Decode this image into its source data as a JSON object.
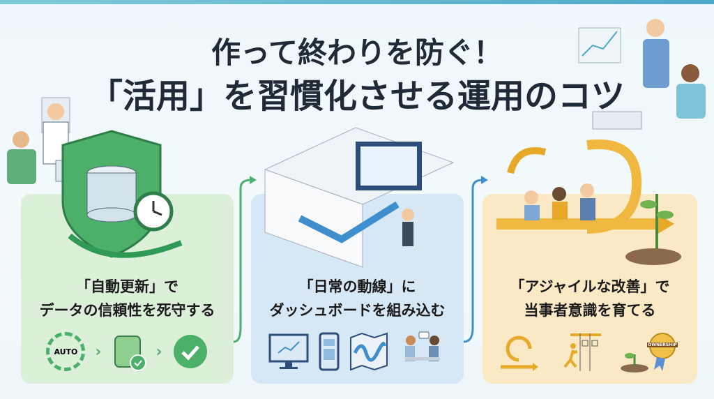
{
  "title": {
    "line1": "作って終わりを防ぐ！",
    "line2": "「活用」を習慣化させる運用のコツ"
  },
  "panels": [
    {
      "line1": "「自動更新」で",
      "line2": "データの信頼性を死守する",
      "icons": [
        "auto-refresh-icon",
        "database-check-icon",
        "check-circle-icon"
      ],
      "auto_label": "AUTO",
      "color": "#4caf6a"
    },
    {
      "line1": "「日常の動線」に",
      "line2": "ダッシュボードを組み込む",
      "icons": [
        "monitor-icon",
        "smartphone-icon",
        "map-route-icon",
        "meeting-icon"
      ],
      "color": "#3f8fcf"
    },
    {
      "line1": "「アジャイルな改善」で",
      "line2": "当事者意識を育てる",
      "icons": [
        "cycle-arrow-icon",
        "kanban-runner-icon",
        "ownership-badge-icon"
      ],
      "badge_label": "OWNERSHIP",
      "color": "#e7a929"
    }
  ]
}
